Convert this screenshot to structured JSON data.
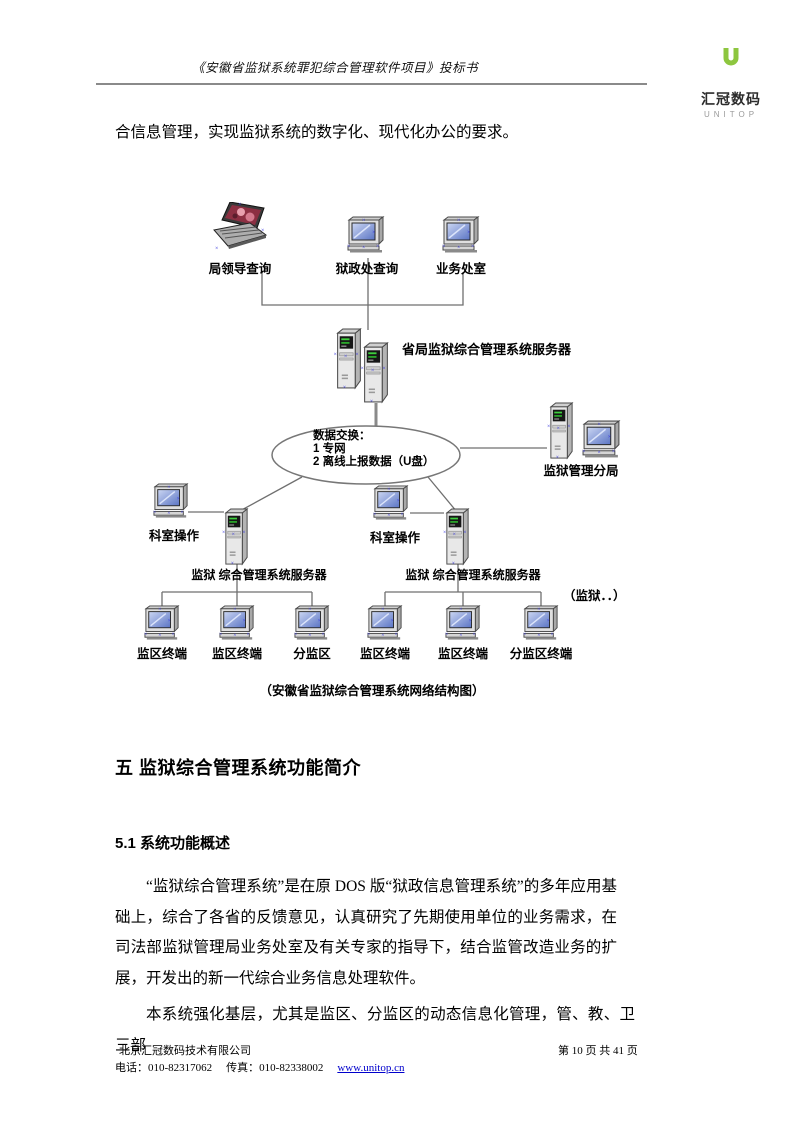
{
  "header": {
    "title": "《安徽省监狱系统罪犯综合管理软件项目》投标书",
    "logo": {
      "name": "汇冠数码",
      "sub": "UNITOP"
    }
  },
  "intro": "合信息管理，实现监狱系统的数字化、现代化办公的要求。",
  "diagram": {
    "top": [
      {
        "label": "局领导查询"
      },
      {
        "label": "狱政处查询"
      },
      {
        "label": "业务处室"
      }
    ],
    "provincial_server_label": "省局监狱综合管理系统服务器",
    "exchange": {
      "title": "数据交换：",
      "item1": "1 专网",
      "item2": "2 离线上报数据（U盘）"
    },
    "branch_label": "监狱管理分局",
    "left": {
      "operator": "科室操作",
      "server": "监狱 综合管理系统服务器",
      "terminals": [
        "监区终端",
        "监区终端",
        "分监区"
      ]
    },
    "right": {
      "operator": "科室操作",
      "server": "监狱 综合管理系统服务器",
      "terminals": [
        "监区终端",
        "监区终端",
        "分监区终端"
      ]
    },
    "others_note": "（监狱．．）",
    "caption": "（安徽省监狱综合管理系统网络结构图）"
  },
  "section": {
    "h1": "五 监狱综合管理系统功能简介",
    "h2": "5.1 系统功能概述",
    "p1": "“监狱综合管理系统”是在原 DOS 版“狱政信息管理系统”的多年应用基础上，综合了各省的反馈意见，认真研究了先期使用单位的业务需求，在司法部监狱管理局业务处室及有关专家的指导下，结合监管改造业务的扩展，开发出的新一代综合业务信息处理软件。",
    "p2": "本系统强化基层，尤其是监区、分监区的动态信息化管理，管、教、卫三部"
  },
  "footer": {
    "company": "北京汇冠数码技术有限公司",
    "phone": "电话：010-82317062",
    "fax": "传真：010-82338002",
    "website": "www.unitop.cn",
    "page": "第 10 页 共 41 页"
  },
  "colors": {
    "logo_green": "#8dc63f",
    "logo_blue": "#3a6ea5",
    "logo_gray": "#b5b5b5",
    "link_blue": "#0000cc",
    "line_gray": "#6f6f6f"
  },
  "icons": {
    "laptop": "laptop-icon",
    "desktop": "desktop-icon",
    "server": "server-icon"
  }
}
